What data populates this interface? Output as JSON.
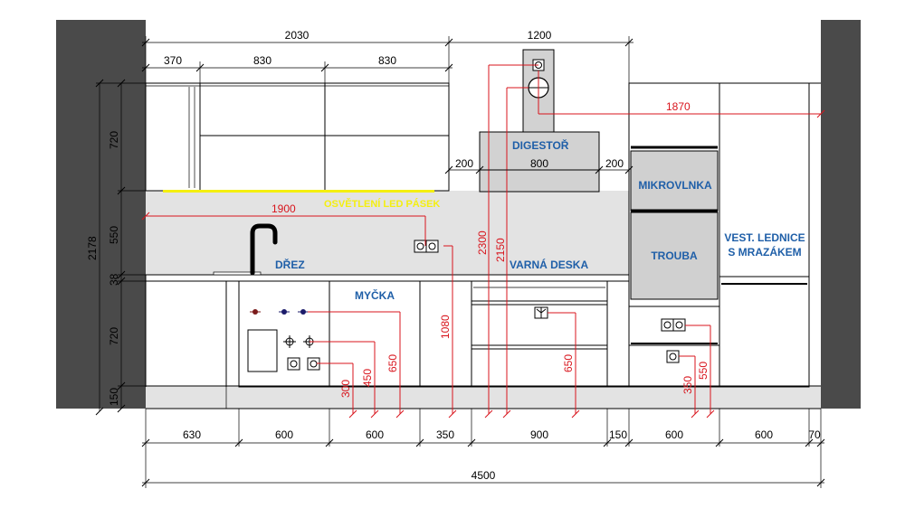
{
  "labels": {
    "digestor": "DIGESTOŘ",
    "mikrovlnka": "MIKROVLNKA",
    "trouba": "TROUBA",
    "lednice_1": "VEST. LEDNICE",
    "lednice_2": "S MRAZÁKEM",
    "drez": "DŘEZ",
    "varna_deska": "VARNÁ DESKA",
    "mycka": "MYČKA",
    "led": "OSVĚTLENÍ LED PÁSEK"
  },
  "dims": {
    "top_2030": "2030",
    "top_1200": "1200",
    "top_370": "370",
    "top_830a": "830",
    "top_830b": "830",
    "hood_200a": "200",
    "hood_800": "800",
    "hood_200b": "200",
    "left_720a": "720",
    "left_550": "550",
    "left_38": "38",
    "left_720b": "720",
    "left_150": "150",
    "left_2178": "2178",
    "bot_630": "630",
    "bot_600a": "600",
    "bot_600b": "600",
    "bot_350": "350",
    "bot_900": "900",
    "bot_150": "150",
    "bot_600c": "600",
    "bot_600d": "600",
    "bot_70": "70",
    "bot_4500": "4500"
  },
  "red_dims": {
    "r1900": "1900",
    "r1870": "1870",
    "r2300": "2300",
    "r2150": "2150",
    "r1080": "1080",
    "r650a": "650",
    "r450": "450",
    "r300": "300",
    "r650b": "650",
    "r550": "550",
    "r350": "350"
  },
  "colors": {
    "wall": "#4a4a4a",
    "backsplash": "#e3e3e3",
    "hood": "#d2d2d2",
    "appliance": "#d0d0d0",
    "dimension_red": "#d8141c",
    "label_blue": "#1f5fa8",
    "led_yellow": "#f4ef10"
  }
}
